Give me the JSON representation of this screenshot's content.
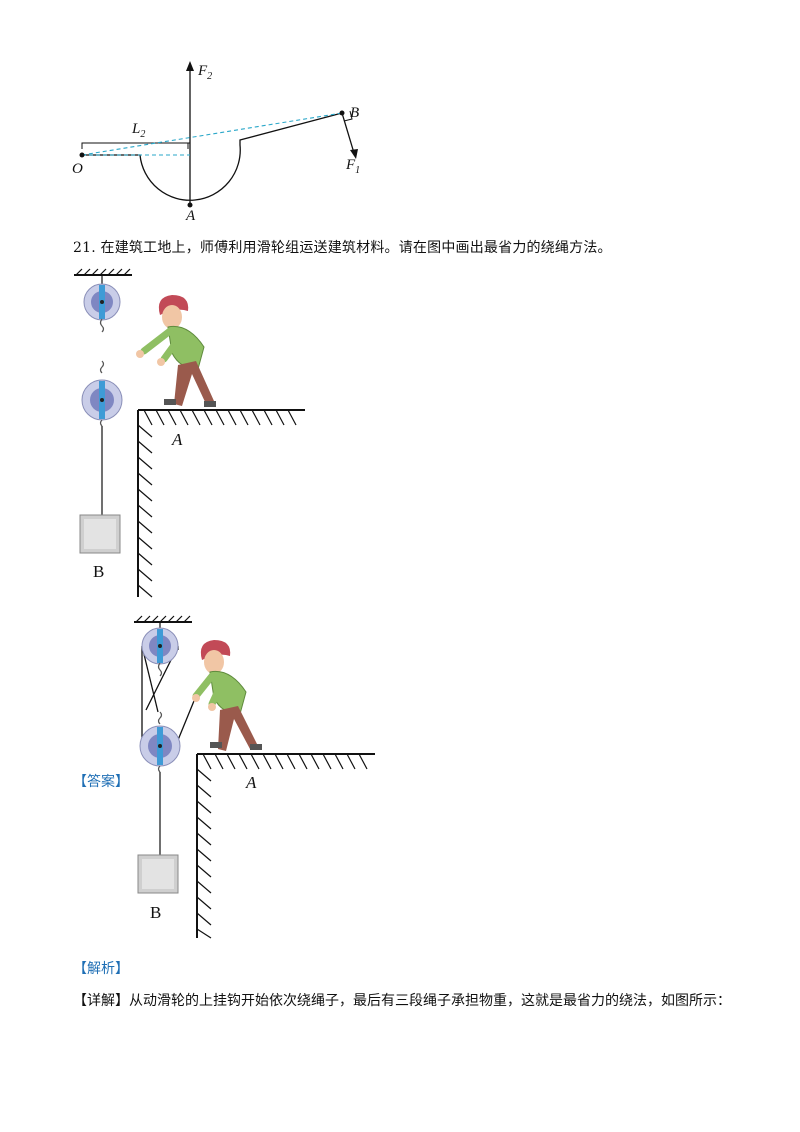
{
  "lever_figure": {
    "labels": {
      "F2": "F",
      "F2_sub": "2",
      "F1": "F",
      "F1_sub": "1",
      "L2": "L",
      "L2_sub": "2",
      "O": "O",
      "A": "A",
      "B": "B"
    }
  },
  "question": {
    "text": "21. 在建筑工地上，师傅利用滑轮组运送建筑材料。请在图中画出最省力的绕绳方法。"
  },
  "pulley_figure_question": {
    "ground_label": "A",
    "weight_label": "B"
  },
  "answer_section": {
    "bracket_open": "【",
    "label": "答案",
    "bracket_close": "】",
    "ground_label": "A",
    "weight_label": "B"
  },
  "analysis_section": {
    "bracket_open": "【",
    "label": "解析",
    "bracket_close": "】"
  },
  "detail_section": {
    "bracket_open": "【",
    "label": "详解",
    "bracket_close": "】",
    "text": "从动滑轮的上挂钩开始依次绕绳子，最后有三段绳子承担物重，这就是最省力的绕法，如图所示："
  }
}
